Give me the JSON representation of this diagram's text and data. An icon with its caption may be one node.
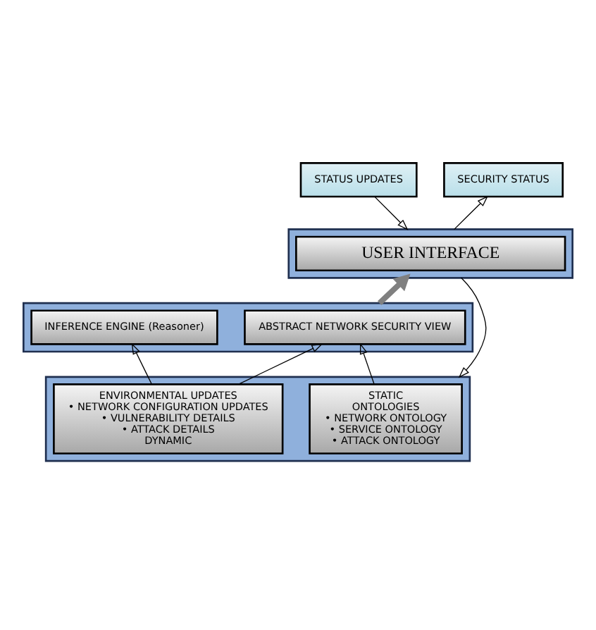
{
  "diagram": {
    "nodes": [
      {
        "text": [
          "STATUS UPDATES"
        ]
      },
      {
        "text": [
          "SECURITY STATUS"
        ]
      },
      {
        "text": [],
        "shape": "box"
      },
      {
        "text": [
          "USER INTERFACE"
        ],
        "in": 2
      },
      {
        "text": [],
        "shape": "box"
      },
      {
        "text": [
          "ABSTRACT NETWORK SECURITY VIEW"
        ],
        "in": 4
      },
      {
        "text": [
          "INFERENCE ENGINE (Reasoner)"
        ],
        "in": 4
      },
      {
        "text": [],
        "shape": "box"
      },
      {
        "text": [
          "STATIC",
          "ONTOLOGIES",
          "• NETWORK ONTOLOGY",
          "• SERVICE ONTOLOGY",
          "• ATTACK ONTOLOGY"
        ],
        "in": 7
      },
      {
        "text": [
          "ENVIRONMENTAL UPDATES",
          "• NETWORK CONFIGURATION UPDATES",
          "• VULNERABILITY DETAILS",
          "• ATTACK DETAILS",
          "DYNAMIC"
        ],
        "in": 7
      }
    ],
    "edges": [
      {
        "from": 0,
        "to": 2,
        "arrow": "to"
      },
      {
        "from": 2,
        "to": 1,
        "arrow": "to"
      },
      {
        "from": 4,
        "to": 2,
        "arrow": "to",
        "style": "thick",
        "color": "#808080"
      },
      {
        "from": 2,
        "to": 7,
        "arrow": "to"
      },
      {
        "from": 8,
        "to": 5,
        "arrow": "to"
      },
      {
        "from": 9,
        "to": 5,
        "arrow": "to"
      },
      {
        "from": 9,
        "to": 6,
        "arrow": "to"
      }
    ]
  }
}
